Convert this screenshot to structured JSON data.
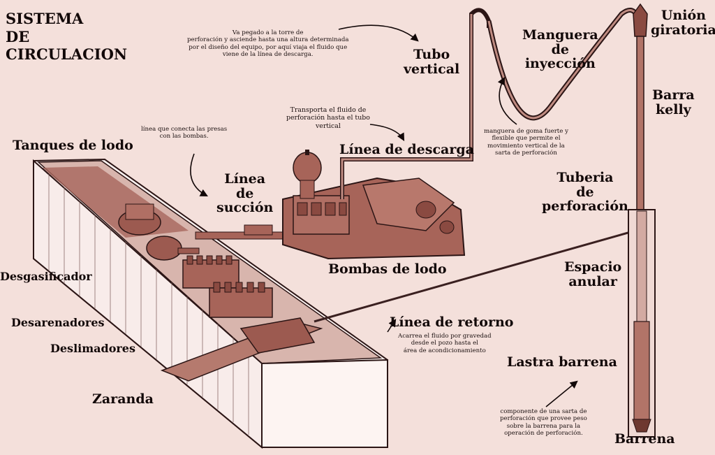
{
  "title_lines": [
    "SISTEMA",
    "DE",
    "CIRCULACION"
  ],
  "labels": {
    "tubo_vertical": [
      "Tubo",
      "vertical"
    ],
    "manguera": [
      "Manguera",
      "de",
      "inyección"
    ],
    "union": [
      "Unión",
      "giratoria"
    ],
    "barra_kelly": [
      "Barra",
      "kelly"
    ],
    "linea_descarga": "Línea de descarga",
    "tanques": "Tanques de lodo",
    "linea_succion": [
      "Línea",
      "de",
      "succión"
    ],
    "tuberia": [
      "Tuberia",
      "de",
      "perforación"
    ],
    "bombas": "Bombas de lodo",
    "espacio_anular": [
      "Espacio",
      "anular"
    ],
    "desgasificador": "Desgasificador",
    "linea_retorno": "Línea de retorno",
    "desarenadores": "Desarenadores",
    "deslimadores": "Deslimadores",
    "lastra": "Lastra barrena",
    "zaranda": "Zaranda",
    "barrena": "Barrena"
  },
  "notes": {
    "tubo_vertical": [
      "Va pegado a la torre de",
      "perforación y asciende hasta una altura determinada",
      "por el diseño del equipo, por aquí viaja el fluido que",
      "viene de la línea de descarga."
    ],
    "manguera": [
      "manguera de goma fuerte y",
      "flexible que permite el",
      "movimiento vertical de la",
      "sarta de perforación"
    ],
    "linea_descarga": [
      "Transporta el fluido de",
      "perforación hasta el tubo",
      "vertical"
    ],
    "linea_succion": [
      "línea que conecta las presas",
      "con las bombas."
    ],
    "linea_retorno": [
      "Acarrea el fluido por gravedad",
      "desde el pozo hasta el",
      "área de acondicionamiento"
    ],
    "lastra": [
      "componente de una sarta de",
      "perforación que provee peso",
      "sobre la barrena para la",
      "operación de perforación."
    ]
  }
}
